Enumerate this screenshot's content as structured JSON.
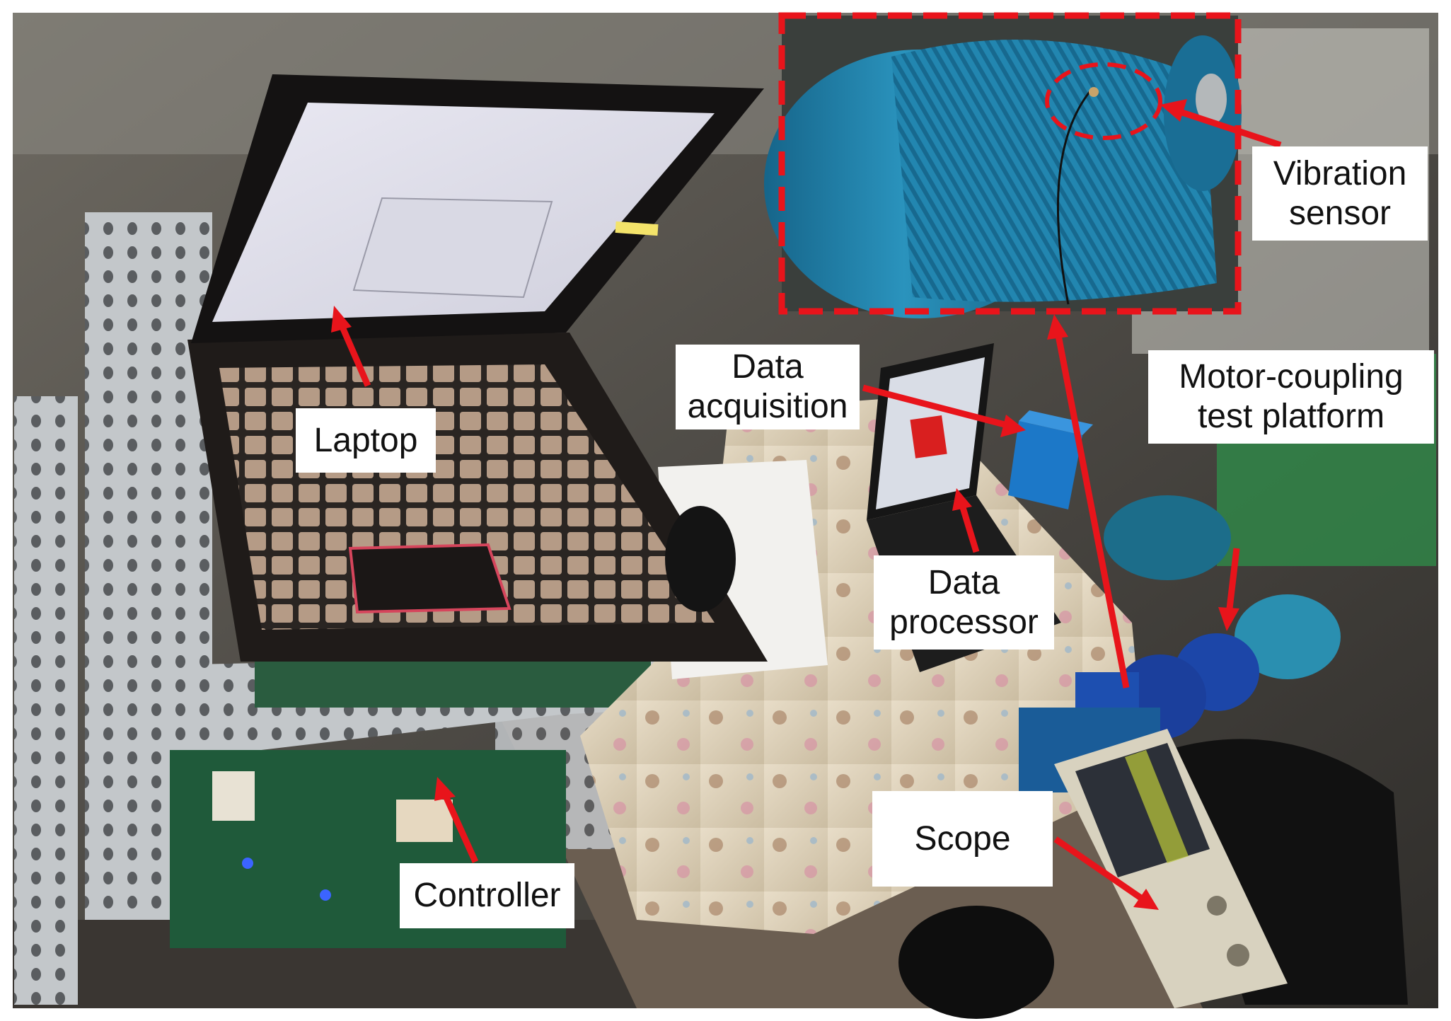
{
  "labels": {
    "laptop": "Laptop",
    "data_acquisition": [
      "Data",
      "acquisition"
    ],
    "vibration_sensor": [
      "Vibration",
      "sensor"
    ],
    "motor_coupling": [
      "Motor-coupling",
      "test platform"
    ],
    "data_processor": [
      "Data",
      "processor"
    ],
    "scope": "Scope",
    "controller": "Controller"
  },
  "colors": {
    "annotation_red": "#e8141b",
    "label_bg": "#ffffff",
    "motor_blue": "#1f7fa6",
    "rack_grey": "#b8bcbf"
  }
}
